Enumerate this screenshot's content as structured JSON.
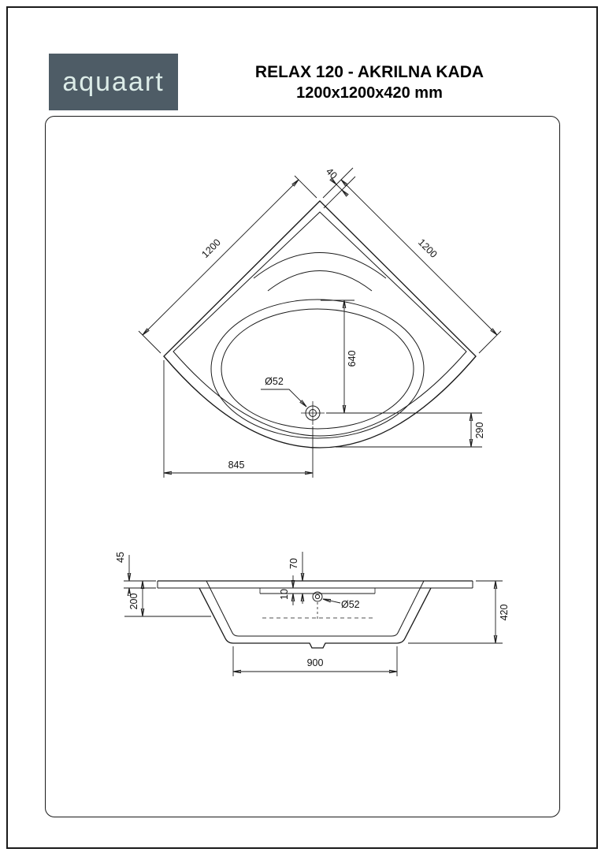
{
  "branding": {
    "logo_text": "aquaart"
  },
  "header": {
    "title_line1": "RELAX 120 - AKRILNA KADA",
    "title_line2": "1200x1200x420 mm"
  },
  "colors": {
    "logo_bg": "#4e5c66",
    "logo_text": "#dcece8",
    "line": "#1a1a1a",
    "paper": "#ffffff"
  },
  "top_view": {
    "dims": {
      "rim_width": "40",
      "side_left": "1200",
      "side_right": "1200",
      "drain_depth": "640",
      "drain_to_front": "290",
      "drain_from_left": "845",
      "drain_diameter": "Ø52"
    }
  },
  "side_view": {
    "dims": {
      "rim_lip": "45",
      "depth_left": "200",
      "seat_depth": "70",
      "seat_step": "10",
      "drain_diameter": "Ø52",
      "total_height": "420",
      "base_width": "900"
    }
  }
}
